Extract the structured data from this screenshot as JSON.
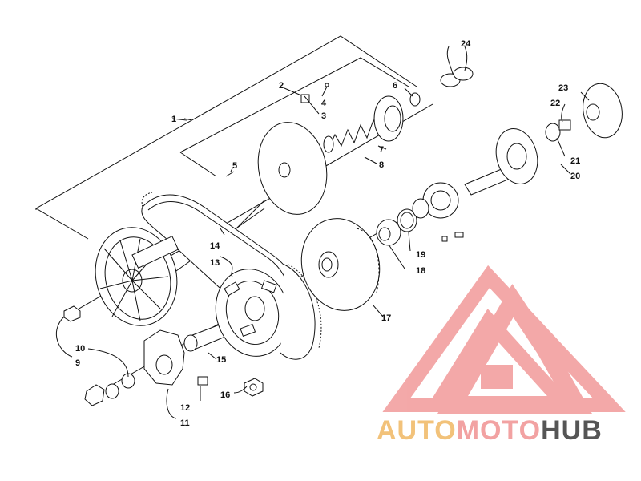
{
  "diagram": {
    "callouts": {
      "c1": "1",
      "c2": "2",
      "c3": "3",
      "c4": "4",
      "c5": "5",
      "c6": "6",
      "c7": "7",
      "c8": "8",
      "c9": "9",
      "c10": "10",
      "c11": "11",
      "c12": "12",
      "c13": "13",
      "c14": "14",
      "c15": "15",
      "c16": "16",
      "c17": "17",
      "c18": "18",
      "c19": "19",
      "c20": "20",
      "c21": "21",
      "c22": "22",
      "c23": "23",
      "c24": "24"
    }
  },
  "watermark": {
    "part1": "AUTO",
    "part2": "MOTO",
    "part3": "HUB",
    "color_auto": "#f2c27a",
    "color_moto": "#f2a2a2",
    "color_hub": "#555555",
    "logo_color": "#f19a9a"
  }
}
